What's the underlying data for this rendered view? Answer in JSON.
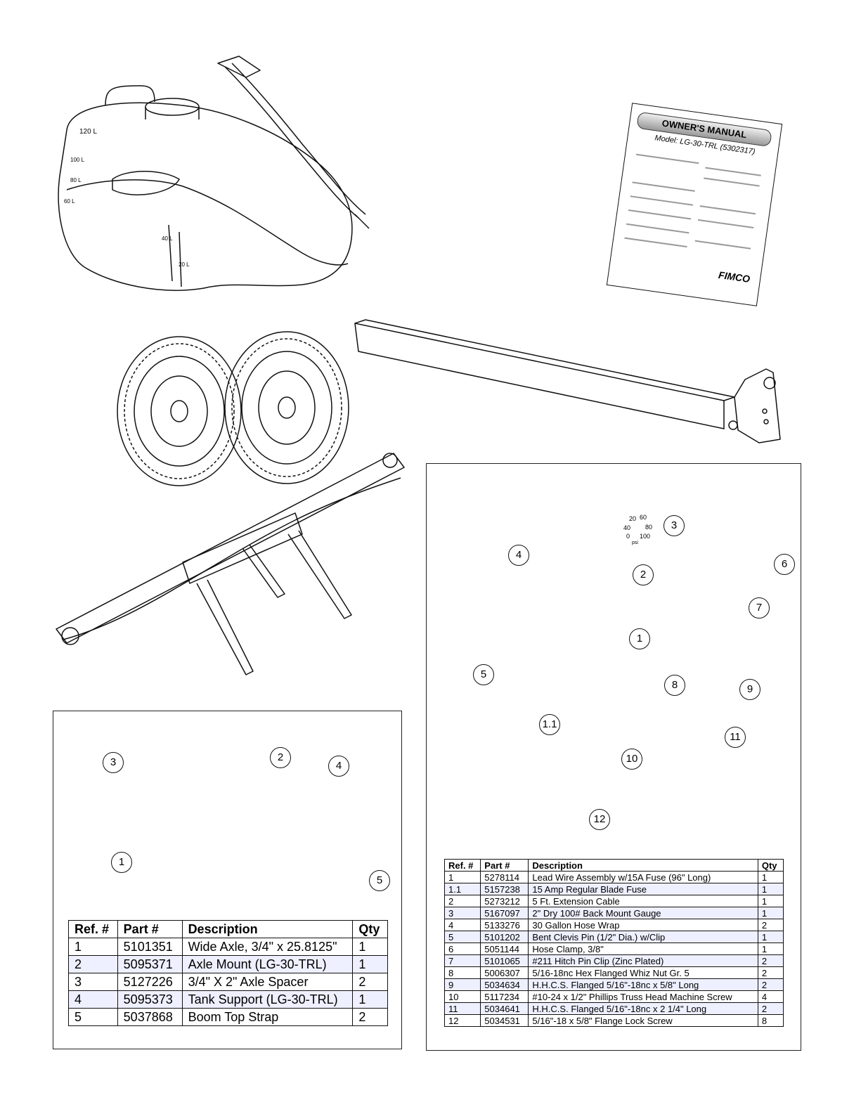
{
  "tank": {
    "marks": [
      "120 L",
      "100 L",
      "80 L",
      "60 L",
      "40 L",
      "20 L"
    ]
  },
  "manual": {
    "title": "OWNER'S MANUAL",
    "model": "Model: LG-30-TRL (5302317)",
    "brand": "FIMCO"
  },
  "left_panel": {
    "callouts": [
      "3",
      "2",
      "4",
      "1",
      "5"
    ],
    "table": {
      "headers": [
        "Ref. #",
        "Part #",
        "Description",
        "Qty"
      ],
      "rows": [
        [
          "1",
          "5101351",
          "Wide Axle, 3/4\" x 25.8125\"",
          "1"
        ],
        [
          "2",
          "5095371",
          "Axle Mount (LG-30-TRL)",
          "1"
        ],
        [
          "3",
          "5127226",
          "3/4\" X 2\" Axle Spacer",
          "2"
        ],
        [
          "4",
          "5095373",
          "Tank Support (LG-30-TRL)",
          "1"
        ],
        [
          "5",
          "5037868",
          "Boom Top Strap",
          "2"
        ]
      ]
    }
  },
  "right_panel": {
    "callouts": [
      "3",
      "4",
      "2",
      "6",
      "7",
      "1",
      "5",
      "8",
      "9",
      "1.1",
      "11",
      "10",
      "12"
    ],
    "gauge_labels": [
      "20",
      "40",
      "60",
      "80",
      "0",
      "100",
      "psi"
    ],
    "table": {
      "headers": [
        "Ref. #",
        "Part #",
        "Description",
        "Qty"
      ],
      "rows": [
        [
          "1",
          "5278114",
          "Lead Wire Assembly w/15A Fuse (96\" Long)",
          "1"
        ],
        [
          "1.1",
          "5157238",
          "15 Amp Regular Blade Fuse",
          "1"
        ],
        [
          "2",
          "5273212",
          "5 Ft. Extension Cable",
          "1"
        ],
        [
          "3",
          "5167097",
          "2\" Dry 100# Back Mount Gauge",
          "1"
        ],
        [
          "4",
          "5133276",
          "30 Gallon Hose Wrap",
          "2"
        ],
        [
          "5",
          "5101202",
          "Bent Clevis Pin (1/2\" Dia.) w/Clip",
          "1"
        ],
        [
          "6",
          "5051144",
          "Hose Clamp, 3/8\"",
          "1"
        ],
        [
          "7",
          "5101065",
          "#211 Hitch Pin Clip (Zinc Plated)",
          "2"
        ],
        [
          "8",
          "5006307",
          "5/16-18nc Hex Flanged Whiz Nut Gr. 5",
          "2"
        ],
        [
          "9",
          "5034634",
          "H.H.C.S. Flanged 5/16\"-18nc x 5/8\" Long",
          "2"
        ],
        [
          "10",
          "5117234",
          "#10-24 x 1/2\" Phillips Truss Head Machine Screw",
          "4"
        ],
        [
          "11",
          "5034641",
          "H.H.C.S. Flanged 5/16\"-18nc x 2 1/4\" Long",
          "2"
        ],
        [
          "12",
          "5034531",
          "5/16\"-18 x 5/8\" Flange Lock Screw",
          "8"
        ]
      ]
    }
  }
}
